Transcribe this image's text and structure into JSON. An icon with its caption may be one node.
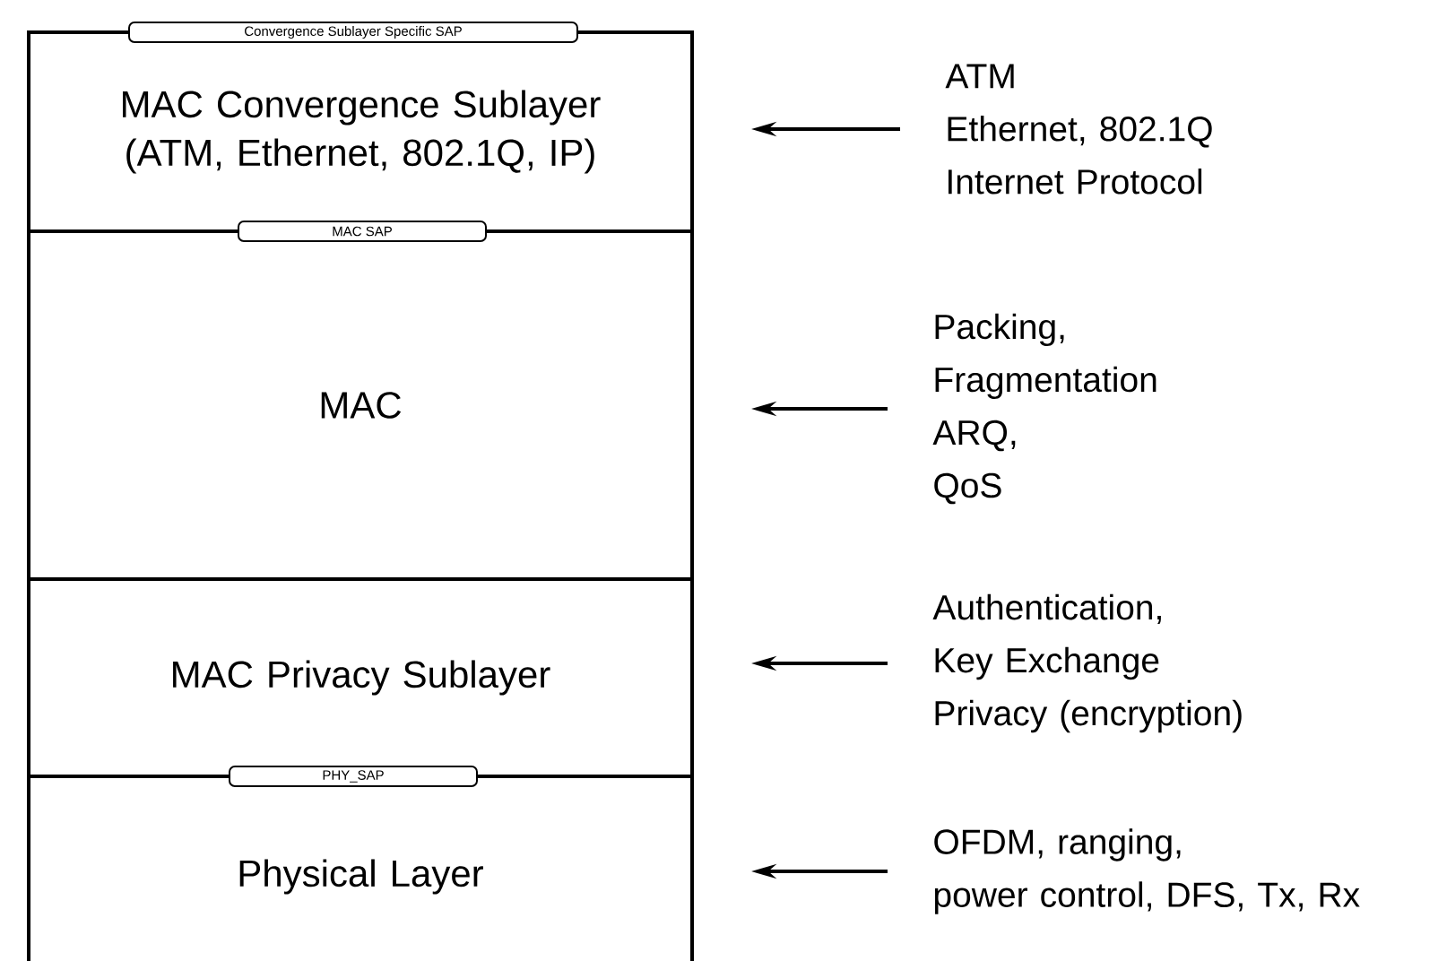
{
  "diagram": {
    "nodes": [
      {
        "text": [
          "Convergence Sublayer Specific SAP"
        ]
      },
      {
        "text": [
          "MAC Convergence Sublayer (ATM, Ethernet, 802.1Q, IP)"
        ]
      },
      {
        "text": [
          "MAC SAP"
        ]
      },
      {
        "text": [
          "MAC"
        ]
      },
      {
        "text": [
          "MAC Privacy Sublayer"
        ]
      },
      {
        "text": [
          "PHY_SAP"
        ]
      },
      {
        "text": [
          "Physical Layer"
        ]
      },
      {
        "text": [
          "ATM",
          "Ethernet, 802.1Q",
          "Internet Protocol"
        ]
      },
      {
        "text": [
          "Packing,",
          "Fragmentation",
          "ARQ,",
          "QoS"
        ]
      },
      {
        "text": [
          "Authentication,",
          "Key Exchange",
          "Privacy (encryption)"
        ]
      },
      {
        "text": [
          "OFDM, ranging,",
          "power control, DFS, Tx, Rx"
        ]
      }
    ],
    "edges": [
      {
        "from": 7,
        "to": 1,
        "arrow": "to"
      },
      {
        "from": 8,
        "to": 3,
        "arrow": "to"
      },
      {
        "from": 9,
        "to": 4,
        "arrow": "to"
      },
      {
        "from": 10,
        "to": 6,
        "arrow": "to"
      }
    ]
  }
}
